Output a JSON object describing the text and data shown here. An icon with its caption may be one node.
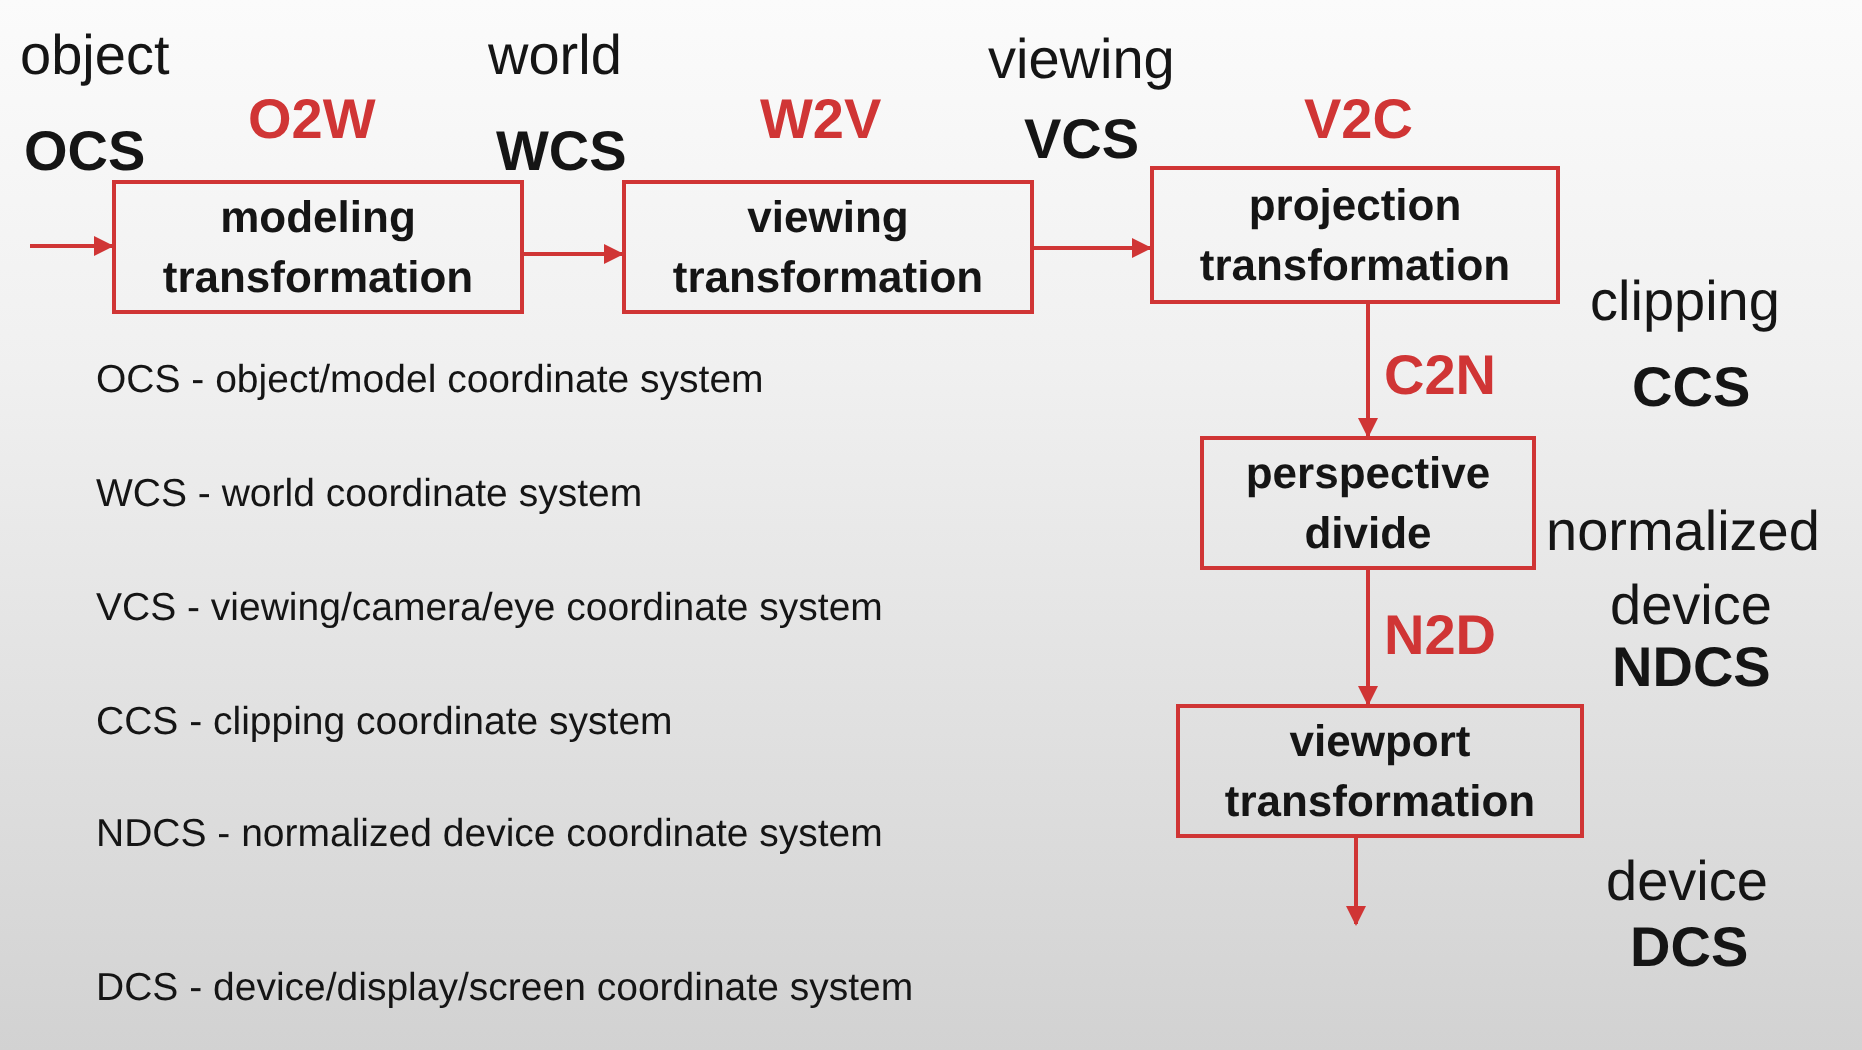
{
  "diagram": {
    "nodes": [
      {
        "text": [
          "modeling transformation"
        ],
        "beside": [
          "O2W"
        ]
      },
      {
        "text": [
          "viewing transformation"
        ],
        "beside": [
          "W2V"
        ]
      },
      {
        "text": [
          "projection transformation"
        ],
        "beside": [
          "V2C"
        ]
      },
      {
        "text": [
          "perspective divide"
        ]
      },
      {
        "text": [
          "viewport transformation"
        ]
      }
    ],
    "edges": [
      {
        "from": null,
        "to": 0,
        "arrow": "to"
      },
      {
        "from": 0,
        "to": 1,
        "arrow": "to"
      },
      {
        "from": 1,
        "to": 2,
        "arrow": "to"
      },
      {
        "from": 2,
        "to": 3,
        "arrow": "to",
        "label": "C2N"
      },
      {
        "from": 3,
        "to": 4,
        "arrow": "to",
        "label": "N2D"
      },
      {
        "from": 4,
        "to": null,
        "arrow": "to"
      }
    ],
    "labels": [
      "object",
      "world",
      "viewing",
      "OCS",
      "WCS",
      "VCS",
      "clipping",
      "CCS",
      "normalized",
      "device",
      "NDCS",
      "device",
      "DCS",
      "OCS - object/model  coordinate system",
      "WCS - world coordinate system",
      "VCS - viewing/camera/eye coordinate system",
      "CCS - clipping coordinate system",
      "NDCS - normalized device coordinate system",
      "DCS - device/display/screen coordinate system"
    ]
  }
}
